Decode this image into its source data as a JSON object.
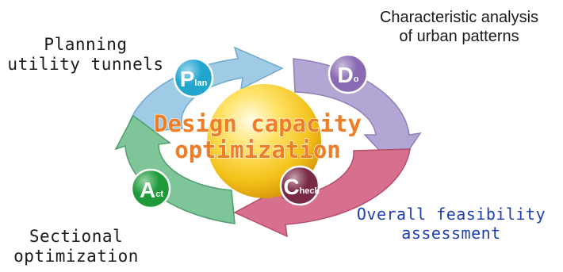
{
  "center": {
    "line1": "Design capacity",
    "line2": "optimization"
  },
  "phases": {
    "plan": {
      "cap": "P",
      "rest": "lan",
      "color": "#22a6d0"
    },
    "do": {
      "cap": "D",
      "rest": "o",
      "color": "#8a6bb3"
    },
    "check": {
      "cap": "C",
      "rest": "heck",
      "color": "#7a2a47"
    },
    "act": {
      "cap": "A",
      "rest": "ct",
      "color": "#1f9a3b"
    }
  },
  "labels": {
    "plan": [
      "Planning",
      "utility tunnels"
    ],
    "do": [
      "Characteristic analysis",
      "of urban patterns"
    ],
    "check": [
      "Overall feasibility",
      "assessment"
    ],
    "act": [
      "Sectional",
      "optimization"
    ]
  },
  "colors": {
    "arrow_plan": "#9fcbe6",
    "arrow_do": "#b3a6d4",
    "arrow_check": "#d6708c",
    "arrow_act": "#7fc59a",
    "sphere": "#f4c21a",
    "center_text": "#ef7d26"
  }
}
